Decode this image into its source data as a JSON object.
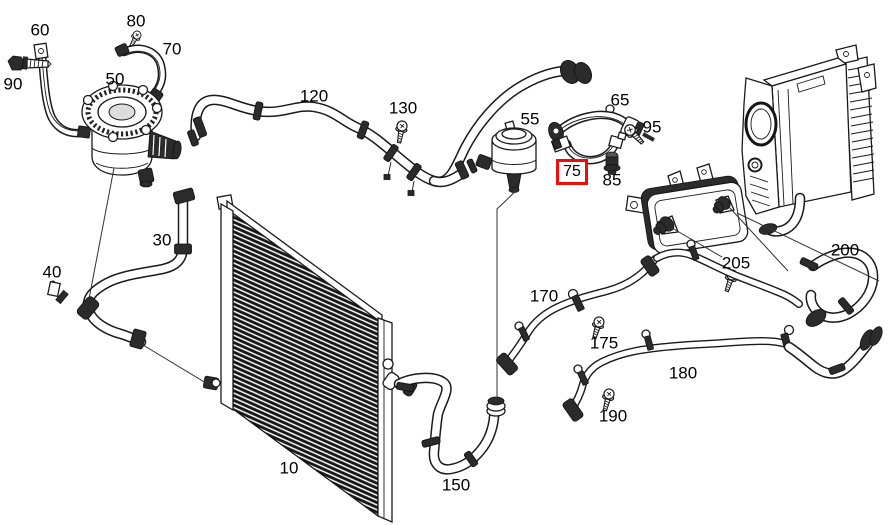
{
  "labels": {
    "l10": "10",
    "l30": "30",
    "l40": "40",
    "l50": "50",
    "l55": "55",
    "l60": "60",
    "l65": "65",
    "l70": "70",
    "l75": "75",
    "l80": "80",
    "l85": "85",
    "l90": "90",
    "l95": "95",
    "l120": "120",
    "l130": "130",
    "l150": "150",
    "l170": "170",
    "l175": "175",
    "l180": "180",
    "l190": "190",
    "l200": "200",
    "l205": "205"
  },
  "highlight": {
    "part": "75",
    "box_color": "#e8100c"
  },
  "colors": {
    "background": "#ffffff",
    "line": "#1a1a1a"
  }
}
